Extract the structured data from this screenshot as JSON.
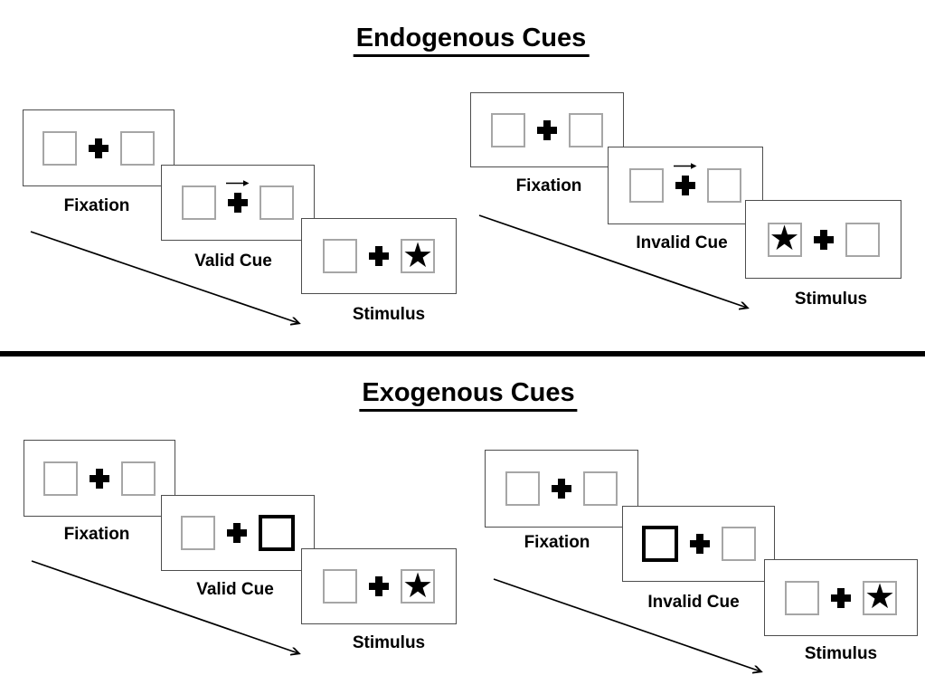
{
  "symbols": {
    "star": "★",
    "fixation_cross": "+"
  },
  "colors": {
    "background": "#ffffff",
    "ink": "#000000",
    "panel_border": "#4d4d4d",
    "placeholder_box_border": "#a6a6a6",
    "exogenous_cue_box_border": "#000000"
  },
  "sections": [
    {
      "title": "Endogenous Cues",
      "sequences": [
        {
          "name": "valid",
          "steps": [
            {
              "label": "Fixation",
              "type": "fixation"
            },
            {
              "label": "Valid Cue",
              "type": "central-arrow-cue",
              "arrow_direction": "right"
            },
            {
              "label": "Stimulus",
              "type": "stimulus",
              "star_side": "right"
            }
          ]
        },
        {
          "name": "invalid",
          "steps": [
            {
              "label": "Fixation",
              "type": "fixation"
            },
            {
              "label": "Invalid Cue",
              "type": "central-arrow-cue",
              "arrow_direction": "right"
            },
            {
              "label": "Stimulus",
              "type": "stimulus",
              "star_side": "left"
            }
          ]
        }
      ]
    },
    {
      "title": "Exogenous Cues",
      "sequences": [
        {
          "name": "valid",
          "steps": [
            {
              "label": "Fixation",
              "type": "fixation"
            },
            {
              "label": "Valid Cue",
              "type": "peripheral-box-cue",
              "bold_box_side": "right"
            },
            {
              "label": "Stimulus",
              "type": "stimulus",
              "star_side": "right"
            }
          ]
        },
        {
          "name": "invalid",
          "steps": [
            {
              "label": "Fixation",
              "type": "fixation"
            },
            {
              "label": "Invalid Cue",
              "type": "peripheral-box-cue",
              "bold_box_side": "left"
            },
            {
              "label": "Stimulus",
              "type": "stimulus",
              "star_side": "right"
            }
          ]
        }
      ]
    }
  ]
}
